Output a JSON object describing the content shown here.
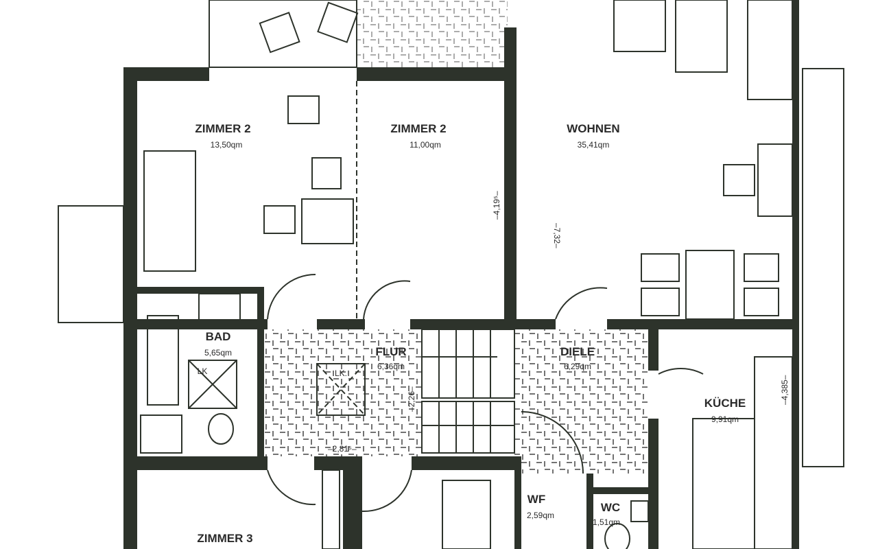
{
  "rooms": [
    {
      "name": "ZIMMER 2",
      "area": "13,50qm"
    },
    {
      "name": "ZIMMER 2",
      "area": "11,00qm"
    },
    {
      "name": "WOHNEN",
      "area": "35,41qm"
    },
    {
      "name": "BAD",
      "area": "5,65qm"
    },
    {
      "name": "FLUR",
      "area": "6,36qm"
    },
    {
      "name": "DIELE",
      "area": "6,29qm"
    },
    {
      "name": "KÜCHE",
      "area": "9,91qm"
    },
    {
      "name": "WF",
      "area": "2,59qm"
    },
    {
      "name": "WC",
      "area": "1,51qm"
    },
    {
      "name": "ZIMMER 3"
    }
  ],
  "markers": {
    "lk1": "LK",
    "lk2": "LK."
  },
  "dimensions": {
    "d1": "–4,19⁵–",
    "d2": "–7,32–",
    "d3": "–4,385–",
    "d4": "–2,26–",
    "d5": "–2,81⁵–"
  },
  "colors": {
    "wall": "#2d332b"
  }
}
